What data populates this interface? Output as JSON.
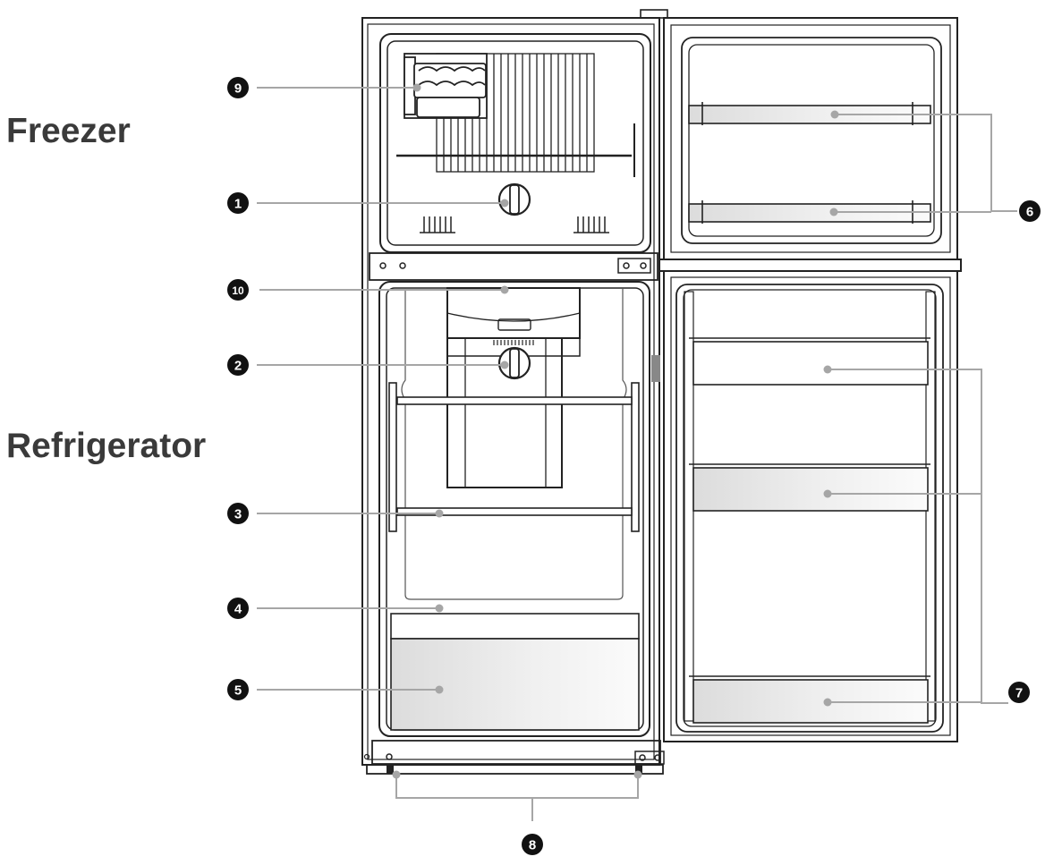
{
  "headings": {
    "freezer": "Freezer",
    "refrigerator": "Refrigerator"
  },
  "callouts": {
    "1": "1",
    "2": "2",
    "3": "3",
    "4": "4",
    "5": "5",
    "6": "6",
    "7": "7",
    "8": "8",
    "9": "9",
    "10": "10"
  },
  "colors": {
    "outline": "#222222",
    "leader": "#a6a6a6",
    "marker": "#111111",
    "heading": "#3a3a3a",
    "crisper_fill": "#e6e6e6"
  }
}
